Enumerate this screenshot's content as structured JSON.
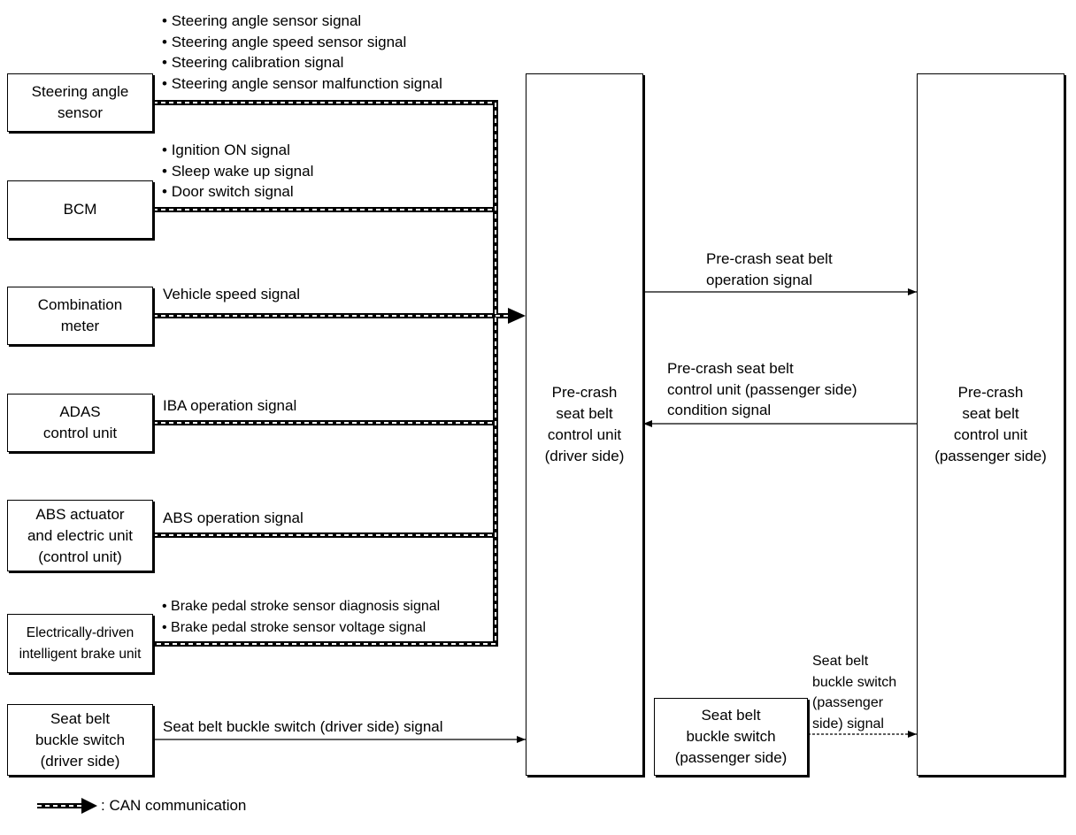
{
  "sources": [
    {
      "id": "steering",
      "lines": [
        "Steering angle",
        "sensor"
      ]
    },
    {
      "id": "bcm",
      "lines": [
        "BCM"
      ]
    },
    {
      "id": "combination",
      "lines": [
        "Combination",
        "meter"
      ]
    },
    {
      "id": "adas",
      "lines": [
        "ADAS",
        "control unit"
      ]
    },
    {
      "id": "abs",
      "lines": [
        "ABS actuator",
        "and electric unit",
        "(control unit)"
      ]
    },
    {
      "id": "brake",
      "lines": [
        "Electrically-driven",
        "intelligent brake unit"
      ]
    },
    {
      "id": "buckle_driver",
      "lines": [
        "Seat belt",
        "buckle switch",
        "(driver side)"
      ]
    }
  ],
  "signals": {
    "steering": [
      "Steering angle sensor signal",
      "Steering angle speed sensor signal",
      "Steering calibration signal",
      "Steering angle sensor malfunction signal"
    ],
    "bcm": [
      "Ignition ON signal",
      "Sleep wake up signal",
      "Door switch signal"
    ],
    "combination": "Vehicle speed signal",
    "adas": "IBA operation signal",
    "abs": "ABS operation signal",
    "brake": [
      "Brake pedal stroke sensor diagnosis signal",
      "Brake pedal stroke sensor voltage signal"
    ],
    "buckle_driver": "Seat belt buckle switch (driver side) signal"
  },
  "driver_unit": [
    "Pre-crash",
    "seat belt",
    "control unit",
    "(driver side)"
  ],
  "passenger_unit": [
    "Pre-crash",
    "seat belt",
    "control unit",
    "(passenger side)"
  ],
  "buckle_passenger": [
    "Seat belt",
    "buckle switch",
    "(passenger side)"
  ],
  "op_signal": [
    "Pre-crash seat belt",
    "operation signal"
  ],
  "cond_signal": [
    "Pre-crash seat belt",
    "control unit (passenger side)",
    "condition signal"
  ],
  "buckle_passenger_signal": [
    "Seat belt",
    "buckle switch",
    "(passenger",
    "side) signal"
  ],
  "legend": {
    "label": ": CAN communication"
  }
}
